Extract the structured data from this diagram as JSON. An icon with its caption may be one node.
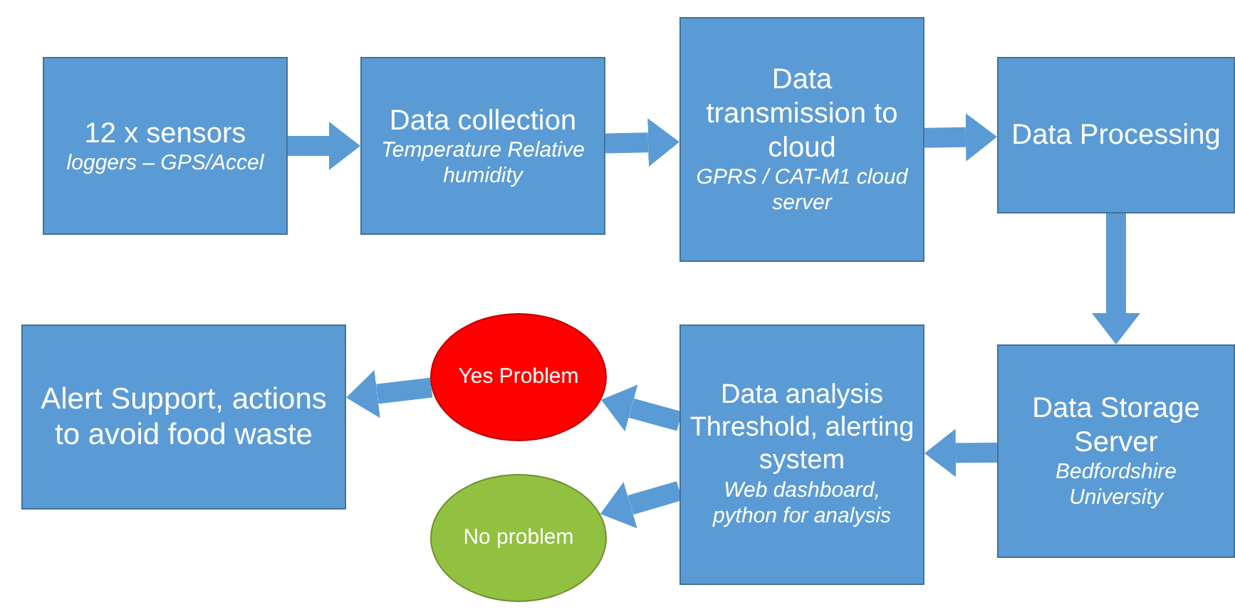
{
  "diagram": {
    "nodes": [
      {
        "text": [
          "12 x sensors",
          "loggers – GPS/Accel"
        ]
      },
      {
        "text": [
          "Data collection",
          "Temperature Relative humidity"
        ]
      },
      {
        "text": [
          "Data transmission to cloud",
          "GPRS / CAT-M1 cloud server"
        ]
      },
      {
        "text": [
          "Data Processing"
        ]
      },
      {
        "text": [
          "Data Storage Server",
          "Bedfordshire University"
        ]
      },
      {
        "text": [
          "Data analysis Threshold, alerting system",
          "Web dashboard, python for analysis"
        ]
      },
      {
        "text": [
          "Yes Problem"
        ]
      },
      {
        "text": [
          "No problem"
        ]
      },
      {
        "text": [
          "Alert Support, actions to avoid food waste"
        ]
      }
    ],
    "edges": [
      {
        "from": 0,
        "to": 1,
        "arrow": "to"
      },
      {
        "from": 1,
        "to": 2,
        "arrow": "to"
      },
      {
        "from": 2,
        "to": 3,
        "arrow": "to"
      },
      {
        "from": 3,
        "to": 4,
        "arrow": "to"
      },
      {
        "from": 4,
        "to": 5,
        "arrow": "to"
      },
      {
        "from": 5,
        "to": 6,
        "arrow": "to"
      },
      {
        "from": 5,
        "to": 7,
        "arrow": "to"
      },
      {
        "from": 6,
        "to": 8,
        "arrow": "to"
      }
    ]
  }
}
